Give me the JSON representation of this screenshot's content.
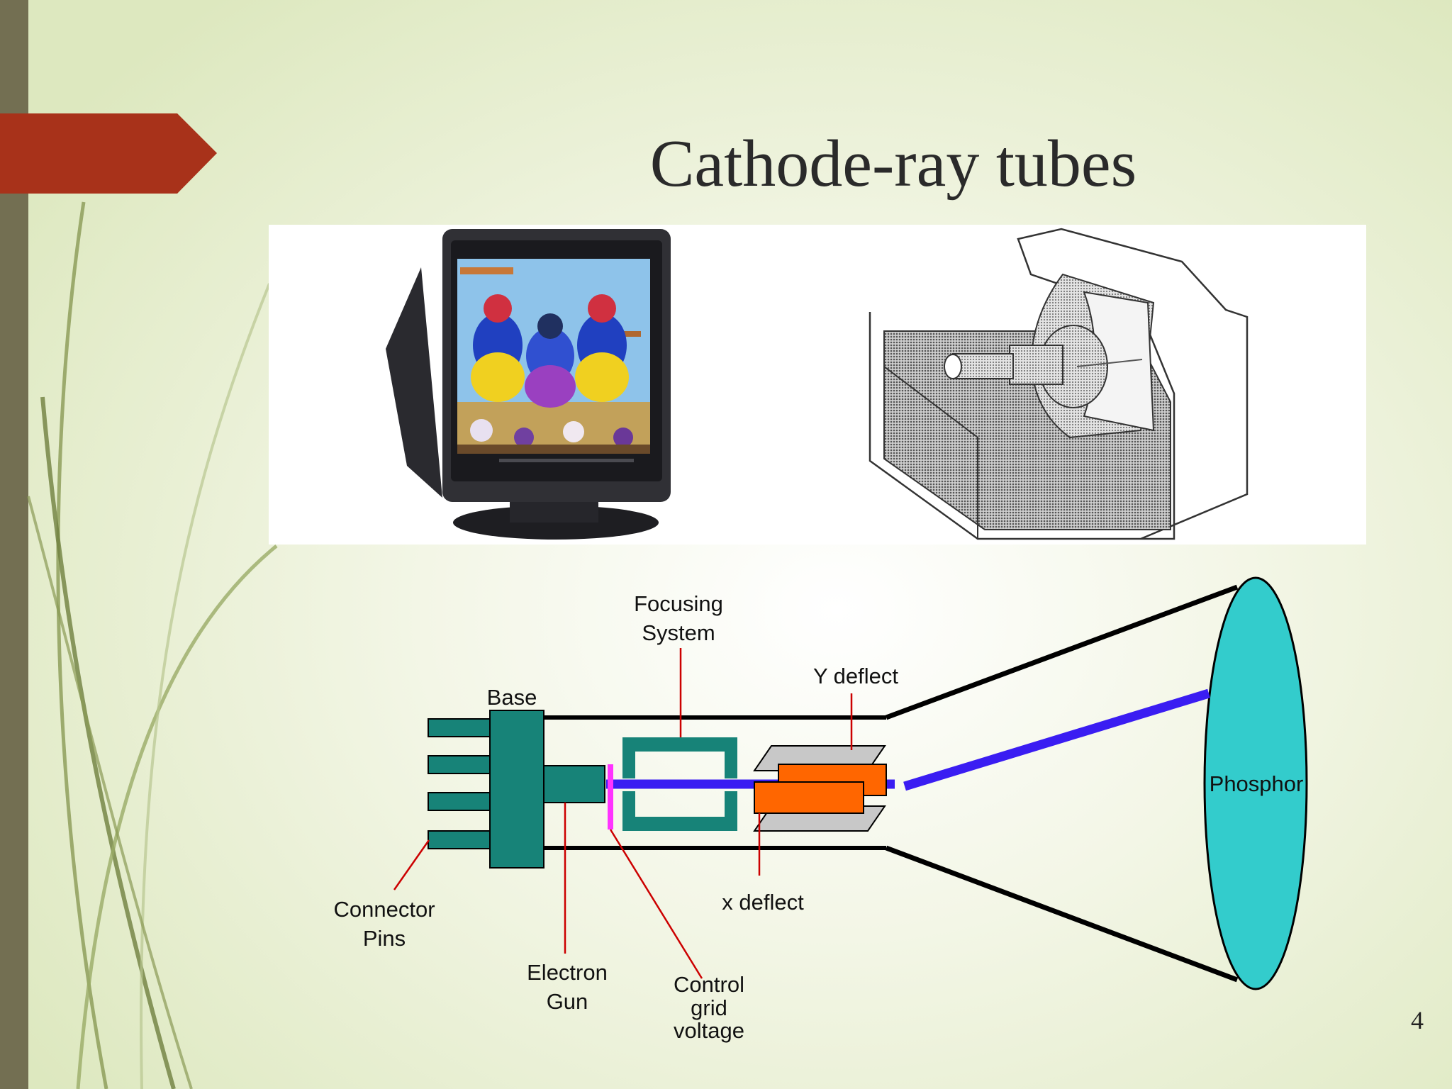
{
  "slide": {
    "title": "Cathode-ray tubes",
    "page_number": "4",
    "accent_color": "#a8321a",
    "bar_color": "#736f52"
  },
  "images": [
    {
      "name": "crt-monitor-photo",
      "description_icon": "crt-monitor"
    },
    {
      "name": "crt-cutaway-drawing",
      "description_icon": "crt-cutaway"
    }
  ],
  "diagram": {
    "labels": {
      "focusing_line1": "Focusing",
      "focusing_line2": "System",
      "y_deflect": "Y deflect",
      "base": "Base",
      "phosphor": "Phosphor",
      "connector_line1": "Connector",
      "connector_line2": "Pins",
      "x_deflect": "x deflect",
      "electron_line1": "Electron",
      "electron_line2": "Gun",
      "control_line1": "Control",
      "control_line2": "grid",
      "control_line3": "voltage"
    },
    "colors": {
      "gun": "#178378",
      "beam": "#3a1df2",
      "grid": "#ff33ff",
      "deflector": "#ff6600",
      "plate": "#c8c8c8",
      "phosphor": "#33cccc",
      "leader": "#cc0000"
    }
  }
}
